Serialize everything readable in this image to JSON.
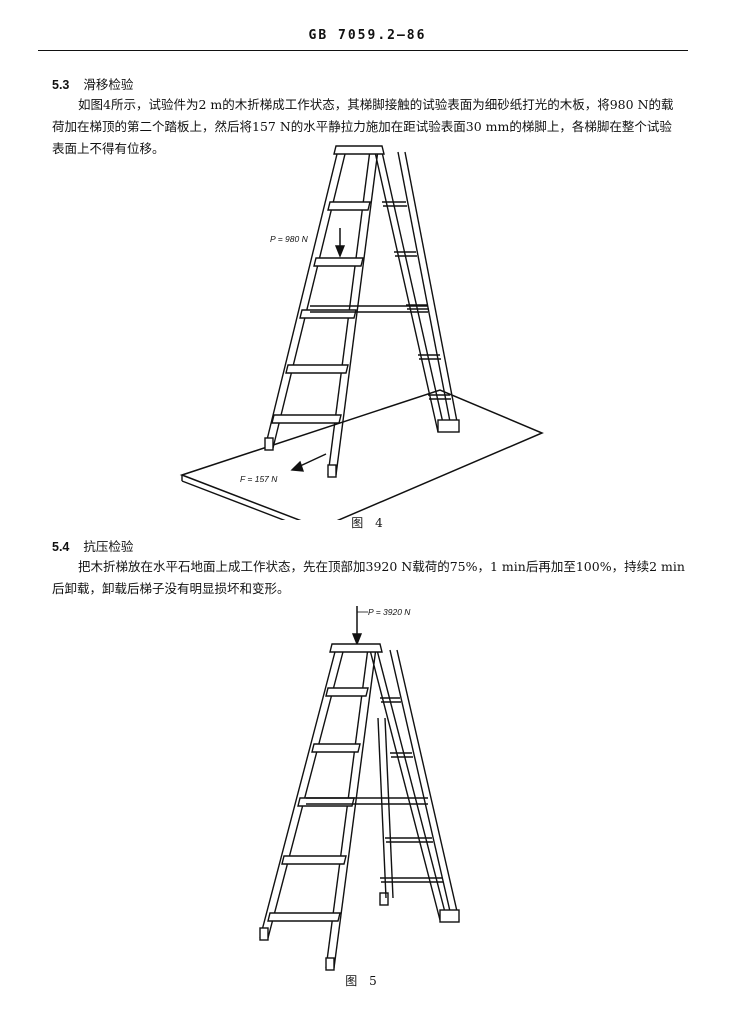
{
  "header": {
    "standard_code": "GB 7059.2—86"
  },
  "section_5_3": {
    "number": "5.3",
    "title": "滑移检验",
    "text": "如图4所示，试验件为2 m的木折梯成工作状态，其梯脚接触的试验表面为细砂纸打光的木板，将980 N的载荷加在梯顶的第二个踏板上，然后将157 N的水平静拉力施加在距试验表面30 mm的梯脚上，各梯脚在整个试验表面上不得有位移。"
  },
  "figure_4": {
    "caption": "图 4",
    "load_label": "P = 980 N",
    "pull_label": "F = 157 N"
  },
  "section_5_4": {
    "number": "5.4",
    "title": "抗压检验",
    "text": "把木折梯放在水平石地面上成工作状态，先在顶部加3920 N载荷的75%，1 min后再加至100%，持续2 min后卸载，卸载后梯子没有明显损坏和变形。"
  },
  "figure_5": {
    "caption": "图 5",
    "load_label": "P = 3920 N"
  }
}
